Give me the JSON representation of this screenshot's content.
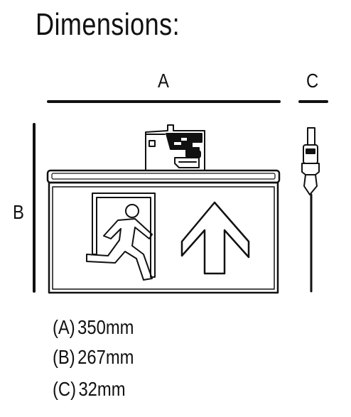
{
  "title": "Dimensions:",
  "labels": {
    "a": "A",
    "b": "B",
    "c": "C"
  },
  "specs": [
    {
      "key": "(A)",
      "value": "350mm"
    },
    {
      "key": "(B)",
      "value": "267mm"
    },
    {
      "key": "(C)",
      "value": "32mm"
    }
  ],
  "colors": {
    "stroke": "#111111",
    "background": "#ffffff"
  },
  "icons": [
    "running-man-icon",
    "arrow-up-icon",
    "mounting-bracket-icon"
  ]
}
